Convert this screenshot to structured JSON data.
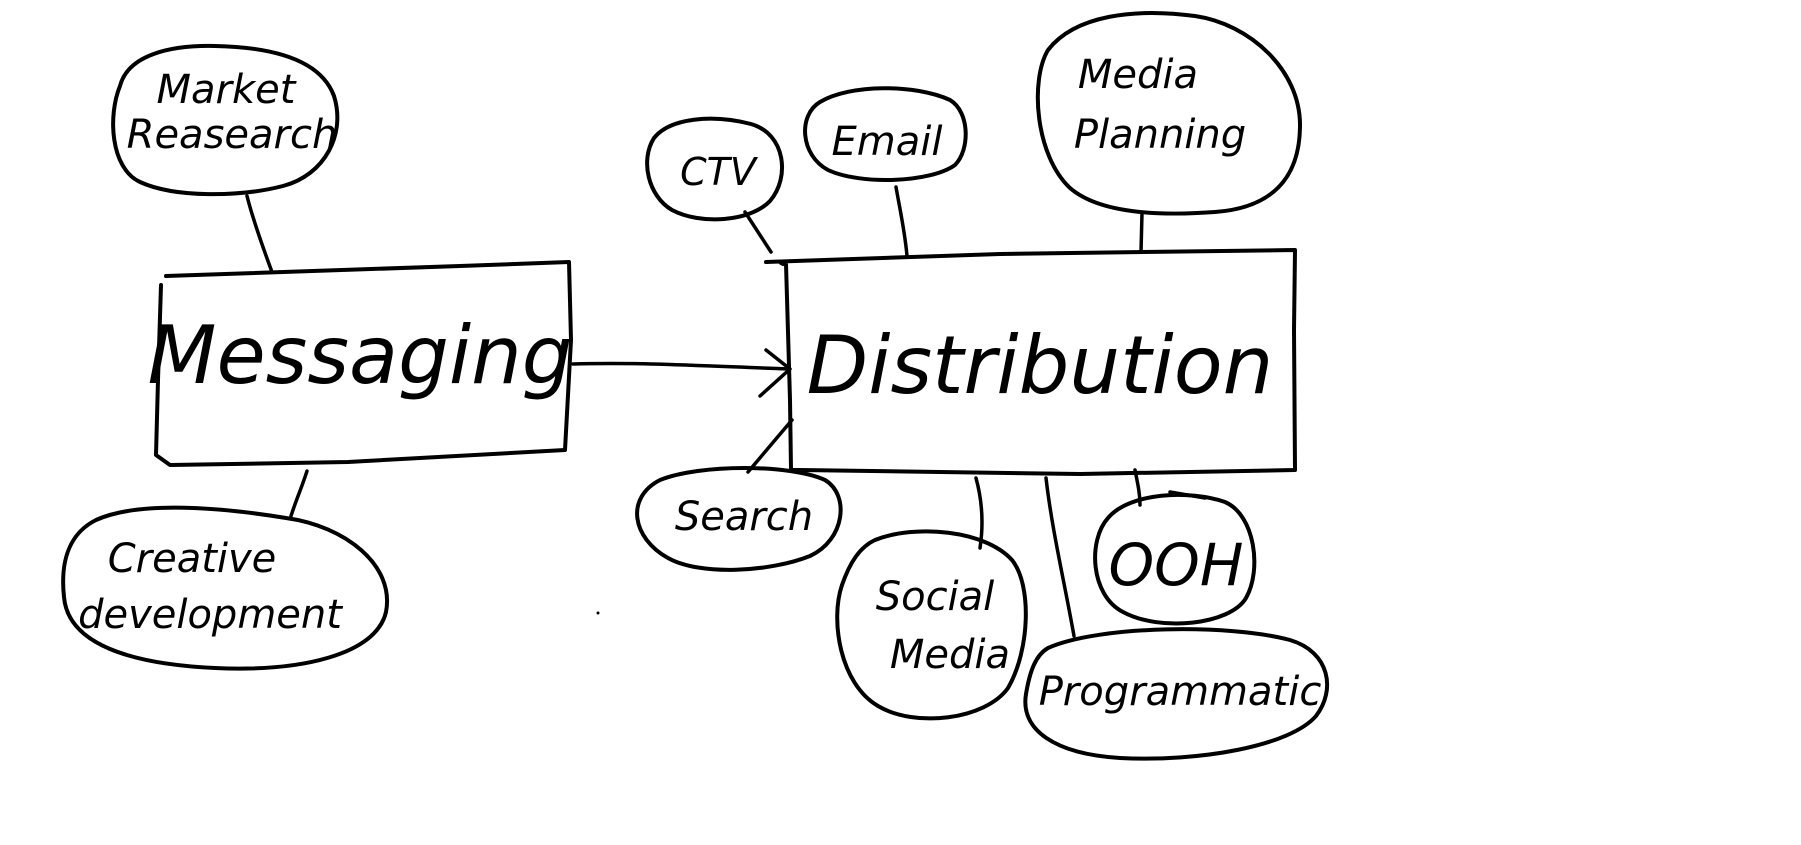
{
  "diagram": {
    "boxes": {
      "messaging": "Messaging",
      "distribution": "Distribution"
    },
    "messaging_nodes": {
      "market_research": [
        "Market",
        "Reasearch"
      ],
      "creative_development": [
        "Creative",
        "development"
      ]
    },
    "distribution_nodes": {
      "ctv": "CTV",
      "email": "Email",
      "media_planning": [
        "Media",
        "Planning"
      ],
      "search": "Search",
      "social_media": [
        "Social",
        "Media"
      ],
      "ooh": "OOH",
      "programmatic": "Programmatic"
    }
  }
}
